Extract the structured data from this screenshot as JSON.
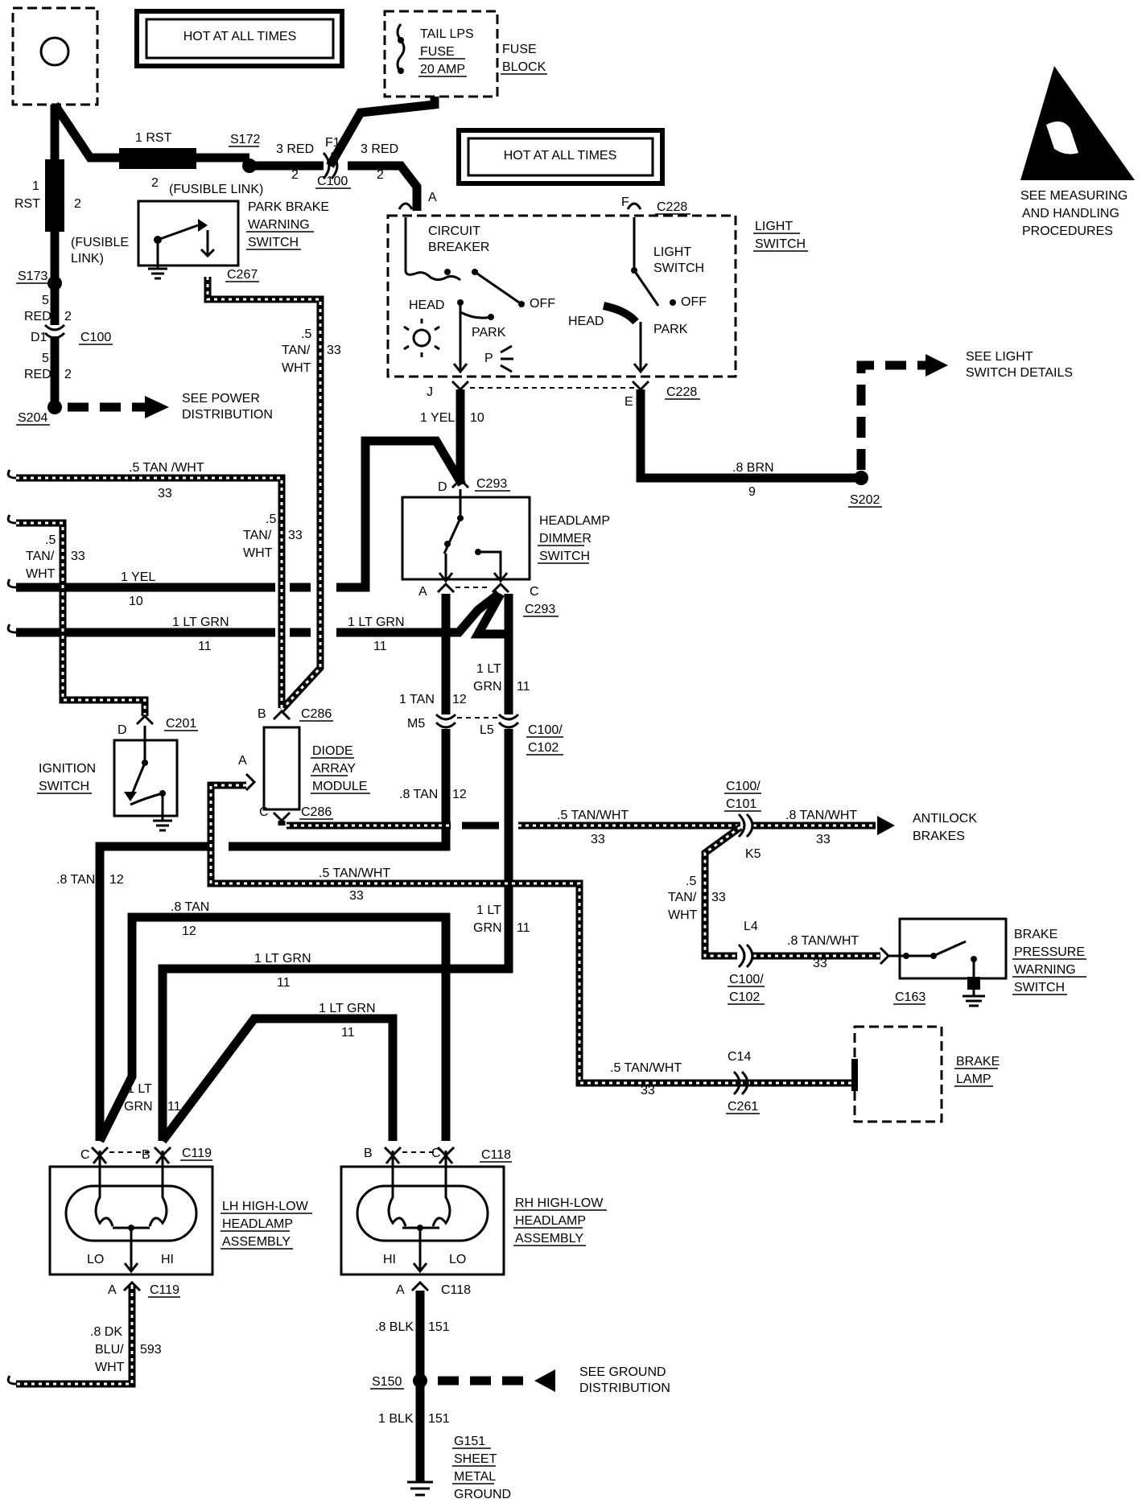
{
  "hot_label": "HOT AT ALL TIMES",
  "fuse": {
    "line1": "TAIL LPS",
    "line2": "FUSE",
    "line3": "20 AMP",
    "block1": "FUSE",
    "block2": "BLOCK"
  },
  "esd": {
    "line1": "SEE MEASURING",
    "line2": "AND HANDLING",
    "line3": "PROCEDURES"
  },
  "wires": {
    "rst1": "1 RST",
    "rst1_circ": "2",
    "fusible": "(FUSIBLE LINK)",
    "red3": "3 RED",
    "red3_circ": "2",
    "rst_vert_a": "1",
    "rst_vert_b": "RST",
    "rst_vert_c": "2",
    "fusible_v1": "(FUSIBLE",
    "fusible_v2": "LINK)",
    "red5": "5",
    "red_word": "RED",
    "red_circ": "2",
    "tanwht_5": ".5",
    "tan_slash": "TAN/",
    "wht": "WHT",
    "c33": "33",
    "tanwht_top": ".5  TAN /WHT",
    "tanwht_label": ".5  TAN/WHT",
    "tanwht_8": ".8  TAN/WHT",
    "yel1": "1 YEL",
    "yel_circ": "10",
    "ltgrn1": "1 LT GRN",
    "ltgrn_circ": "11",
    "ltgrn1_v": "1 LT",
    "grn_word": "GRN",
    "ltgrn1_v2": "1 LT",
    "brn": ".8 BRN",
    "brn_circ": "9",
    "tan1": "1 TAN",
    "tan1_circ": "12",
    "tan8": ".8 TAN",
    "tan8_circ": "12",
    "dkblu1": ".8 DK",
    "dkblu2": "BLU/",
    "dkblu3": "WHT",
    "dkblu_circ": "593",
    "blk8": ".8 BLK",
    "blk_circ": "151",
    "blk1": "1 BLK"
  },
  "connectors": {
    "s172": "S172",
    "s173": "S173",
    "s204": "S204",
    "s202": "S202",
    "s150": "S150",
    "c100": "C100",
    "f1": "F1",
    "d1": "D1",
    "c228": "C228",
    "c267": "C267",
    "c293": "C293",
    "c286": "C286",
    "c201": "C201",
    "c100_c102": "C100/",
    "c102": "C102",
    "c100_c101": "C100/",
    "c101": "C101",
    "m5": "M5",
    "l5": "L5",
    "k5": "K5",
    "l4": "L4",
    "c163": "C163",
    "c14": "C14",
    "c261": "C261",
    "c119": "C119",
    "c118": "C118",
    "pin_a": "A",
    "pin_b": "B",
    "pin_c": "C",
    "pin_d": "D",
    "pin_e": "E",
    "pin_f": "F",
    "pin_j": "J"
  },
  "components": {
    "park_brake": [
      "PARK BRAKE",
      "WARNING",
      "SWITCH"
    ],
    "light_switch": [
      "LIGHT",
      "SWITCH"
    ],
    "circuit_breaker": [
      "CIRCUIT",
      "BREAKER"
    ],
    "inner_light_switch": [
      "LIGHT",
      "SWITCH"
    ],
    "head": "HEAD",
    "park": "PARK",
    "off": "OFF",
    "p_lamp": "P",
    "dimmer": [
      "HEADLAMP",
      "DIMMER",
      "SWITCH"
    ],
    "ignition": [
      "IGNITION",
      "SWITCH"
    ],
    "diode": [
      "DIODE",
      "ARRAY",
      "MODULE"
    ],
    "brake_pressure": [
      "BRAKE",
      "PRESSURE",
      "WARNING",
      "SWITCH"
    ],
    "brake_lamp": [
      "BRAKE",
      "LAMP"
    ],
    "lh_headlamp": [
      "LH HIGH-LOW",
      "HEADLAMP",
      "ASSEMBLY"
    ],
    "rh_headlamp": [
      "RH HIGH-LOW",
      "HEADLAMP",
      "ASSEMBLY"
    ],
    "lo": "LO",
    "hi": "HI",
    "ground": [
      "G151",
      "SHEET",
      "METAL",
      "GROUND"
    ]
  },
  "refs": {
    "power": [
      "SEE POWER",
      "DISTRIBUTION"
    ],
    "light_details": [
      "SEE LIGHT",
      "SWITCH DETAILS"
    ],
    "antilock": [
      "ANTILOCK",
      "BRAKES"
    ],
    "ground": [
      "SEE GROUND",
      "DISTRIBUTION"
    ]
  }
}
